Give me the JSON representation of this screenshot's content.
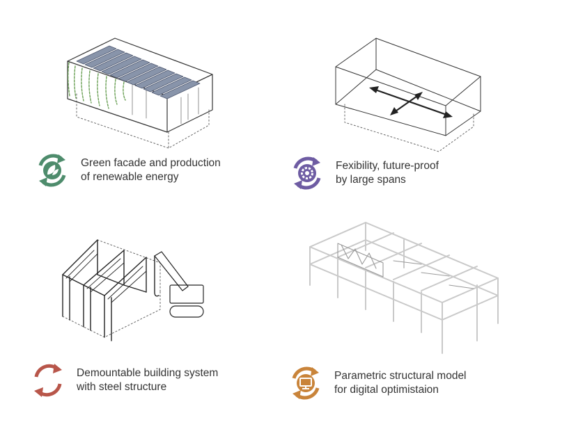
{
  "features": [
    {
      "id": "green",
      "line1": "Green facade and production",
      "line2": "of renewable energy",
      "icon": "leaf-cycle-icon",
      "color": "#4e8c6c"
    },
    {
      "id": "flex",
      "line1": "Fexibility, future-proof",
      "line2": "by large spans",
      "icon": "gear-cycle-icon",
      "color": "#6e5ca3"
    },
    {
      "id": "demount",
      "line1": "Demountable building system",
      "line2": "with steel structure",
      "icon": "cycle-arrows-icon",
      "color": "#b8564a"
    },
    {
      "id": "param",
      "line1": "Parametric structural model",
      "line2": "for digital optimistaion",
      "icon": "monitor-cycle-icon",
      "color": "#c9843a"
    }
  ]
}
